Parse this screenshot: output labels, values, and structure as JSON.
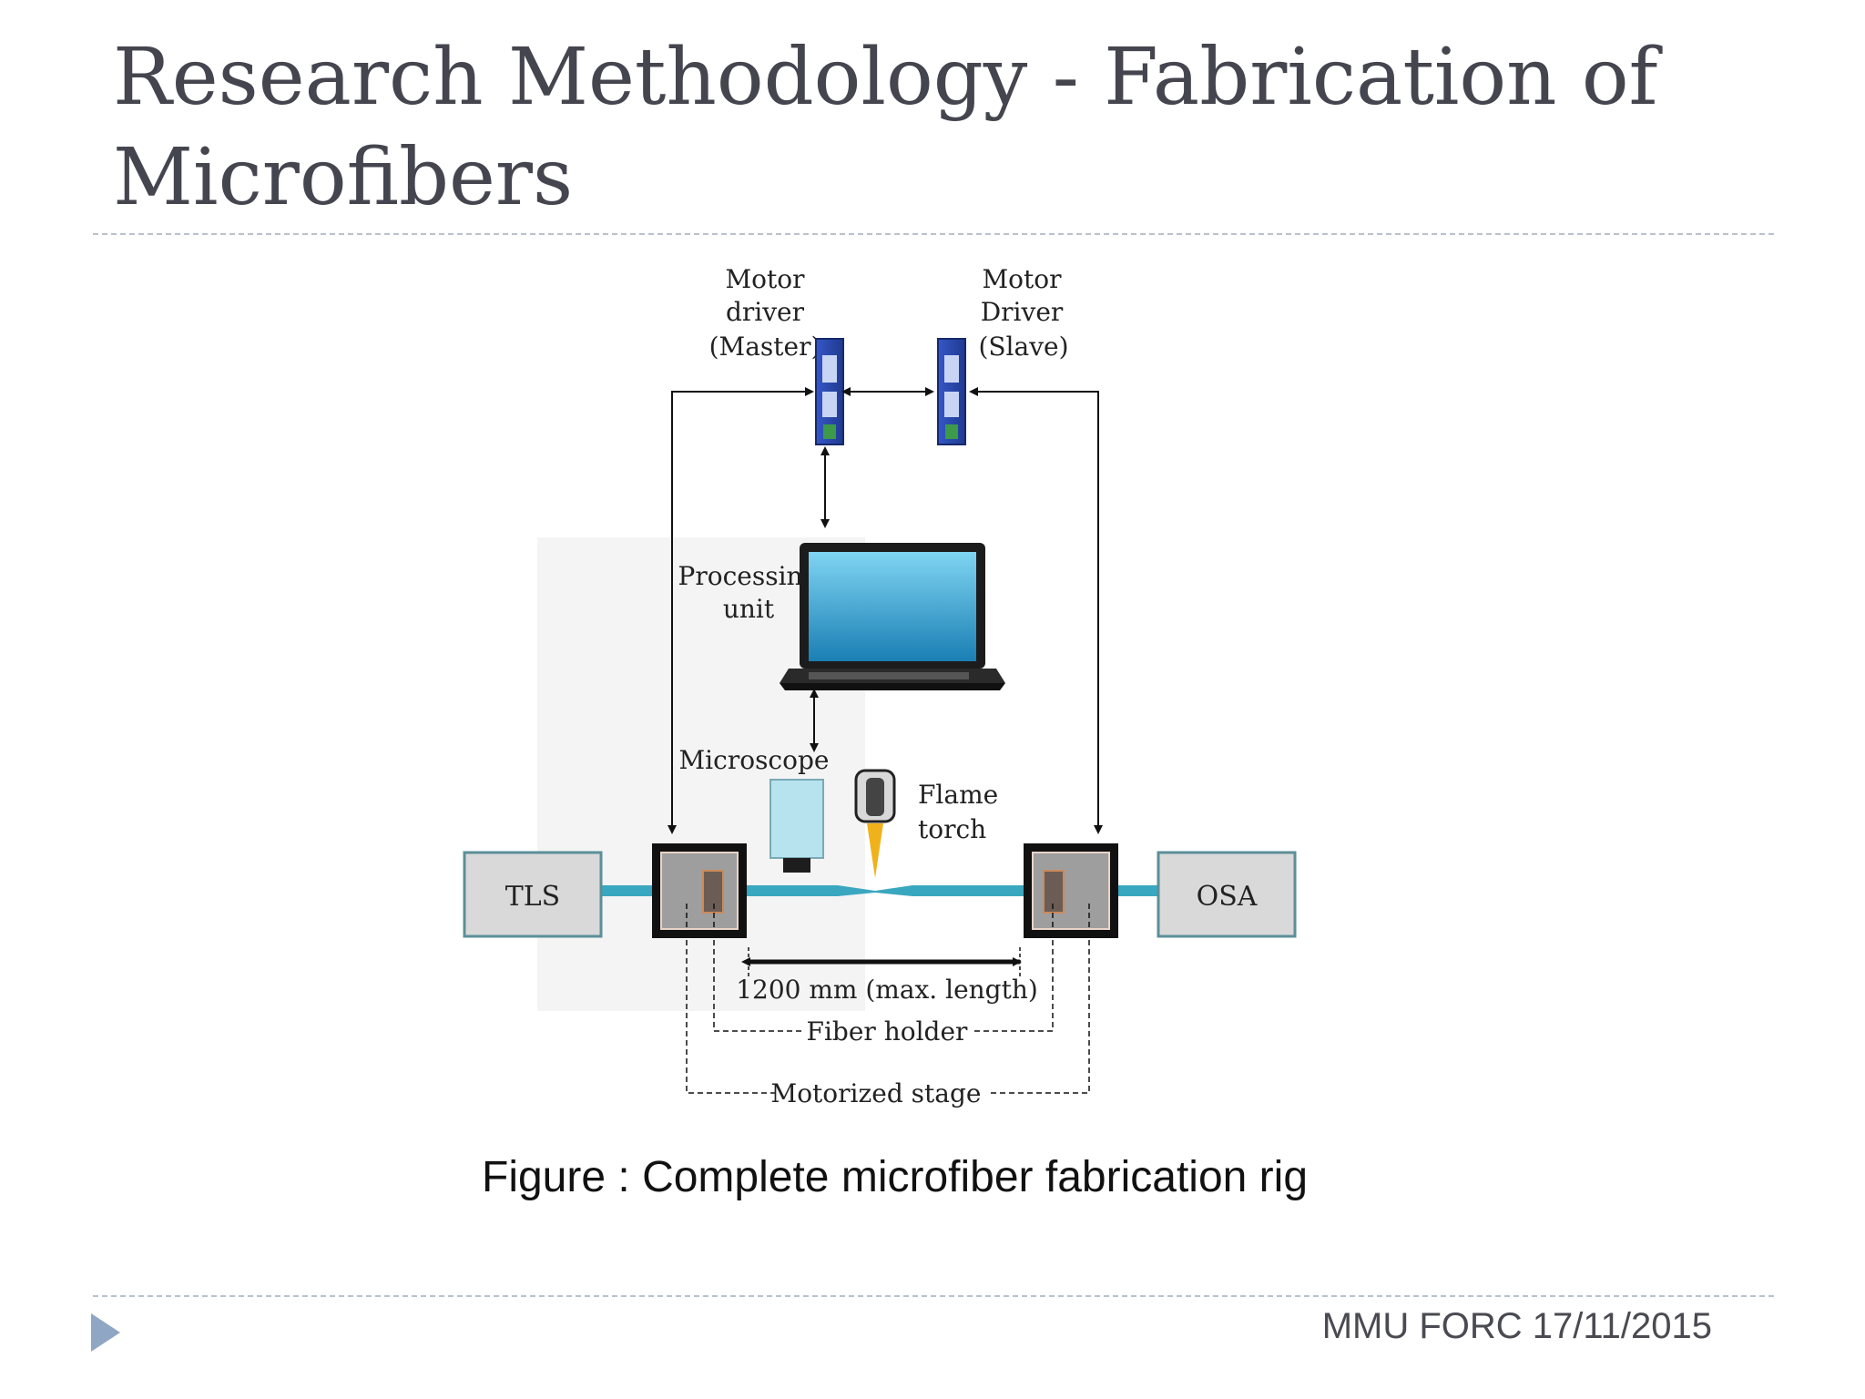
{
  "slide": {
    "title": "Research Methodology - Fabrication of Microfibers",
    "caption": "Figure : Complete microfiber fabrication rig",
    "footer": "MMU FORC 17/11/2015"
  },
  "diagram": {
    "motor_master_label": [
      "Motor",
      "driver",
      "(Master)"
    ],
    "motor_slave_label": [
      "Motor",
      "Driver",
      "(Slave)"
    ],
    "processing_label": [
      "Processing",
      "unit"
    ],
    "microscope_label": "Microscope",
    "flame_label": [
      "Flame",
      "torch"
    ],
    "tls_label": "TLS",
    "osa_label": "OSA",
    "length_label": "1200 mm (max. length)",
    "fiber_holder_label": "Fiber holder",
    "motorized_stage_label": "Motorized stage"
  },
  "colors": {
    "title": "#45454f",
    "rule": "#b8c2cc",
    "fiber": "#3aa7c0",
    "motor_driver": "#2f4fb5",
    "nav_icon": "#8fa6c4"
  }
}
